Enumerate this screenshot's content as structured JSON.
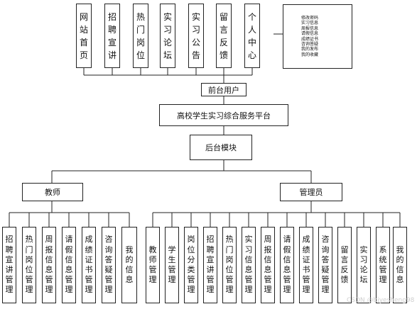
{
  "diagram": {
    "top_modules": [
      "网站首页",
      "招聘宣讲",
      "热门岗位",
      "实习论坛",
      "实习公告",
      "留言反馈",
      "个人中心"
    ],
    "personal_center_items": [
      "修改密码",
      "实习信息",
      "周报信息",
      "请假信息",
      "成绩证书",
      "咨询答疑",
      "我的发布",
      "我的收藏"
    ],
    "frontend_user": "前台用户",
    "platform": "高校学生实习综合服务平台",
    "backend": "后台模块",
    "teacher": {
      "label": "教师",
      "modules": [
        "招聘宣讲管理",
        "热门岗位管理",
        "周报信息管理",
        "请假信息管理",
        "成绩证书管理",
        "咨询答疑管理",
        "我的信息"
      ]
    },
    "admin": {
      "label": "管理员",
      "modules": [
        "教师管理",
        "学生管理",
        "岗位分类管理",
        "招聘宣讲管理",
        "热门岗位管理",
        "实习信息管理",
        "周报信息管理",
        "请假信息管理",
        "成绩证书管理",
        "咨询答疑管理",
        "留言反馈",
        "实习论坛",
        "系统管理",
        "我的信息"
      ]
    }
  },
  "watermark": "CSDN @biyesheng98"
}
